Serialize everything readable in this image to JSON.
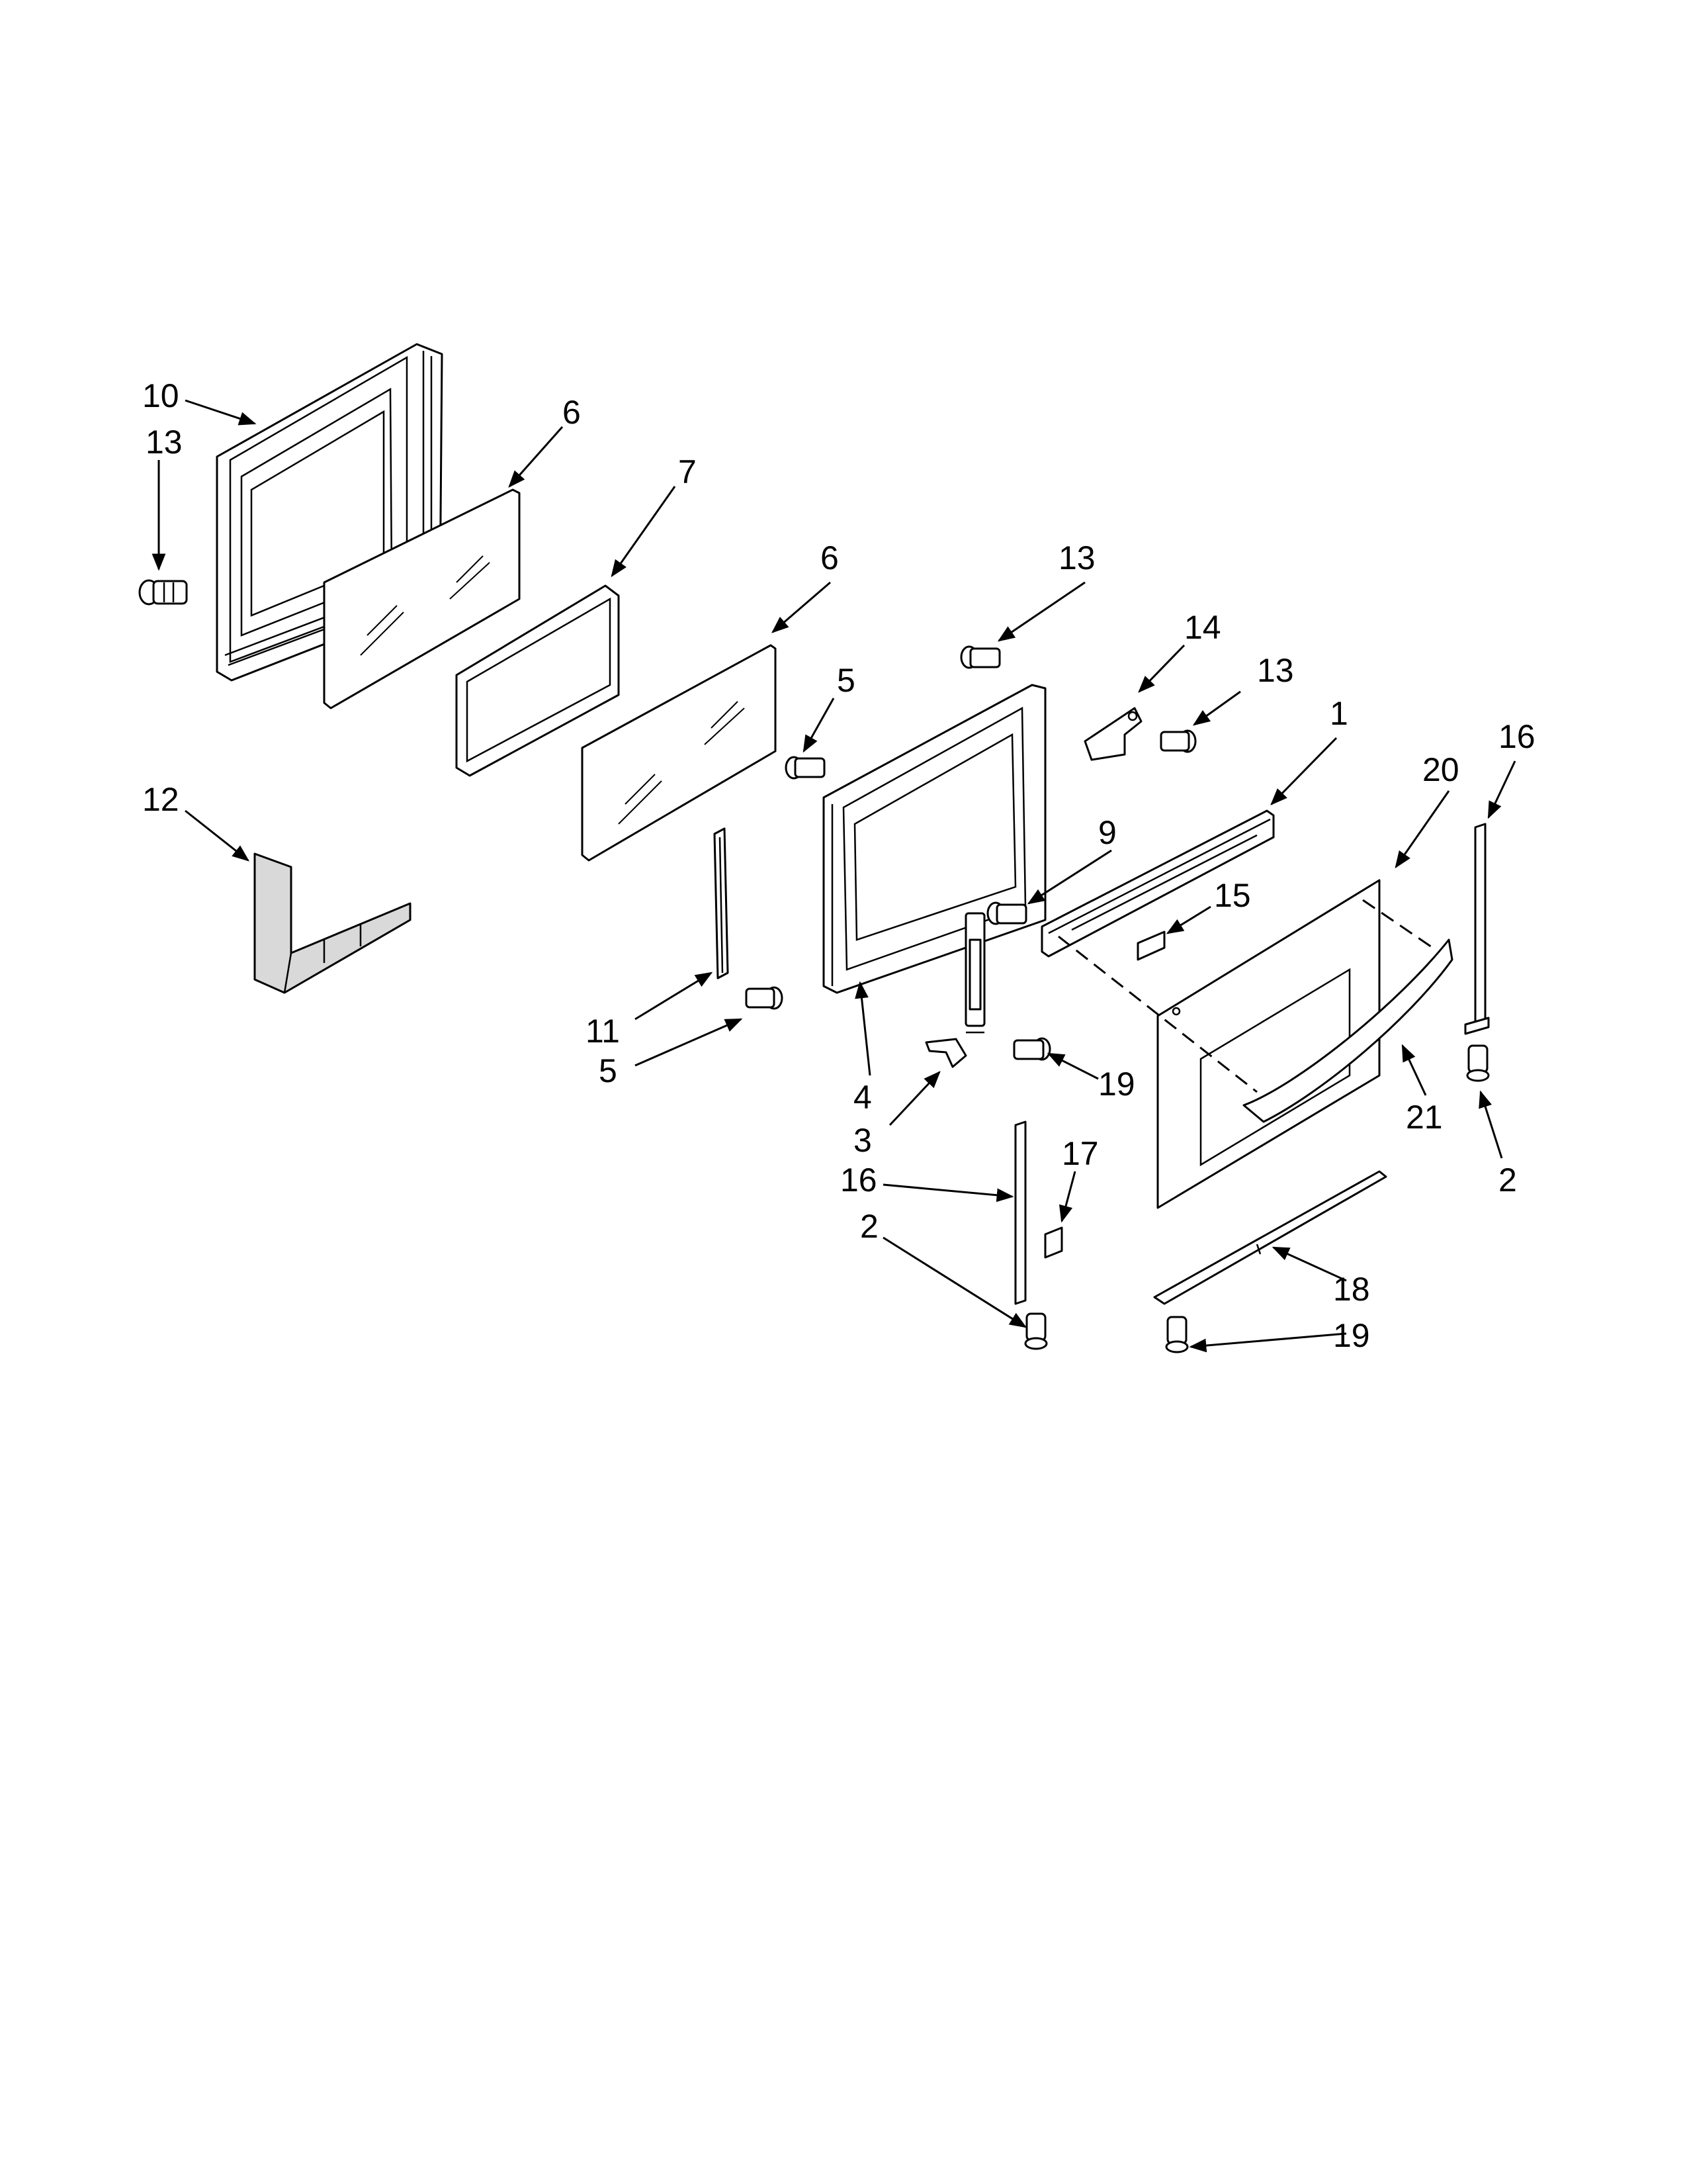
{
  "callouts": [
    {
      "id": "c10",
      "text": "10"
    },
    {
      "id": "c13a",
      "text": "13"
    },
    {
      "id": "c6a",
      "text": "6"
    },
    {
      "id": "c7",
      "text": "7"
    },
    {
      "id": "c6b",
      "text": "6"
    },
    {
      "id": "c13b",
      "text": "13"
    },
    {
      "id": "c14",
      "text": "14"
    },
    {
      "id": "c13c",
      "text": "13"
    },
    {
      "id": "c1",
      "text": "1"
    },
    {
      "id": "c16a",
      "text": "16"
    },
    {
      "id": "c5a",
      "text": "5"
    },
    {
      "id": "c12",
      "text": "12"
    },
    {
      "id": "c20",
      "text": "20"
    },
    {
      "id": "c9",
      "text": "9"
    },
    {
      "id": "c15",
      "text": "15"
    },
    {
      "id": "c11",
      "text": "11"
    },
    {
      "id": "c5b",
      "text": "5"
    },
    {
      "id": "c4",
      "text": "4"
    },
    {
      "id": "c19a",
      "text": "19"
    },
    {
      "id": "c3",
      "text": "3"
    },
    {
      "id": "c21",
      "text": "21"
    },
    {
      "id": "c17",
      "text": "17"
    },
    {
      "id": "c16b",
      "text": "16"
    },
    {
      "id": "c2a",
      "text": "2"
    },
    {
      "id": "c2b",
      "text": "2"
    },
    {
      "id": "c18",
      "text": "18"
    },
    {
      "id": "c19b",
      "text": "19"
    }
  ]
}
